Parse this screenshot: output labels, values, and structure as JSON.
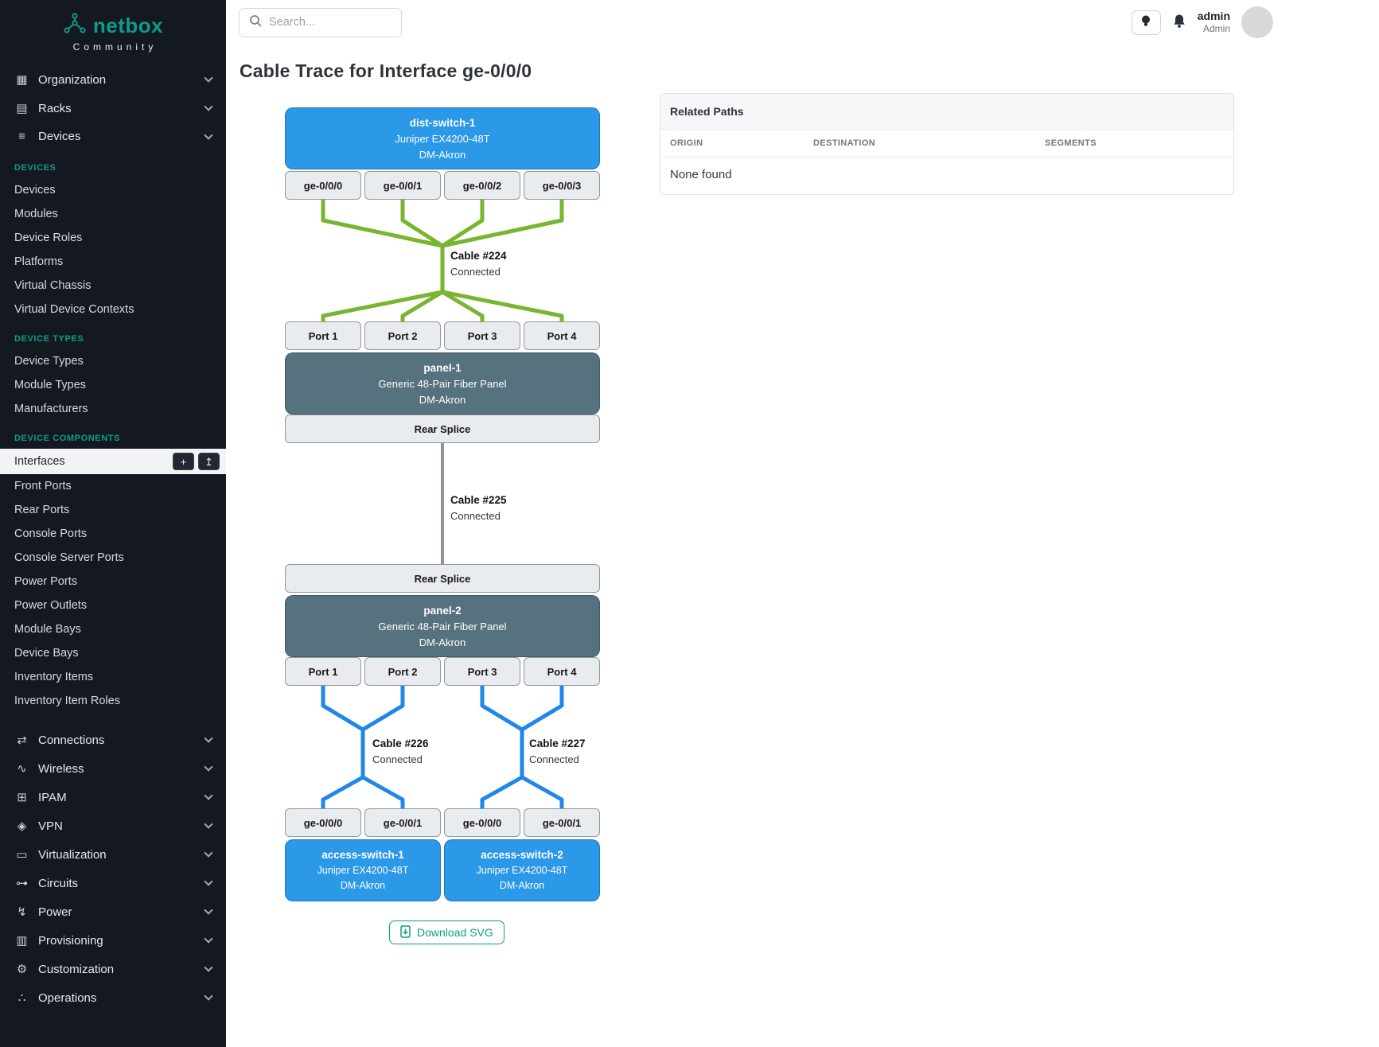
{
  "colors": {
    "accent": "#0f9b8a",
    "device_blue": "#2b98e8",
    "panel": "#56727e",
    "cable_green": "#79b530",
    "cable_blue": "#1f87e8",
    "cable_gray": "#8f9499",
    "sidebar_bg": "#141820"
  },
  "brand": {
    "name": "netbox",
    "subtitle": "Community"
  },
  "topbar": {
    "search_placeholder": "Search...",
    "user_name": "admin",
    "user_role": "Admin"
  },
  "sidebar": {
    "top_items": [
      {
        "label": "Organization",
        "icon": "▦"
      },
      {
        "label": "Racks",
        "icon": "▤"
      },
      {
        "label": "Devices",
        "icon": "≡"
      }
    ],
    "sections": [
      {
        "label": "DEVICES",
        "items": [
          "Devices",
          "Modules",
          "Device Roles",
          "Platforms",
          "Virtual Chassis",
          "Virtual Device Contexts"
        ]
      },
      {
        "label": "DEVICE TYPES",
        "items": [
          "Device Types",
          "Module Types",
          "Manufacturers"
        ]
      },
      {
        "label": "DEVICE COMPONENTS",
        "items": [
          "Interfaces",
          "Front Ports",
          "Rear Ports",
          "Console Ports",
          "Console Server Ports",
          "Power Ports",
          "Power Outlets",
          "Module Bays",
          "Device Bays",
          "Inventory Items",
          "Inventory Item Roles"
        ]
      }
    ],
    "interface_actions": {
      "add_icon": "+",
      "import_icon": "↥"
    },
    "bottom_items": [
      {
        "label": "Connections",
        "icon": "⇄"
      },
      {
        "label": "Wireless",
        "icon": "∿"
      },
      {
        "label": "IPAM",
        "icon": "⊞"
      },
      {
        "label": "VPN",
        "icon": "◈"
      },
      {
        "label": "Virtualization",
        "icon": "▭"
      },
      {
        "label": "Circuits",
        "icon": "⊶"
      },
      {
        "label": "Power",
        "icon": "↯"
      },
      {
        "label": "Provisioning",
        "icon": "▥"
      },
      {
        "label": "Customization",
        "icon": "⚙"
      },
      {
        "label": "Operations",
        "icon": "∴"
      }
    ]
  },
  "page": {
    "title": "Cable Trace for Interface ge-0/0/0"
  },
  "trace": {
    "dist_switch": {
      "name": "dist-switch-1",
      "model": "Juniper EX4200-48T",
      "site": "DM-Akron"
    },
    "dist_ports": [
      "ge-0/0/0",
      "ge-0/0/1",
      "ge-0/0/2",
      "ge-0/0/3"
    ],
    "cable224": {
      "name": "Cable #224",
      "status": "Connected"
    },
    "panel1": {
      "name": "panel-1",
      "model": "Generic 48-Pair Fiber Panel",
      "site": "DM-Akron"
    },
    "panel1_ports": [
      "Port 1",
      "Port 2",
      "Port 3",
      "Port 4"
    ],
    "rear_splice1": "Rear Splice",
    "cable225": {
      "name": "Cable #225",
      "status": "Connected"
    },
    "rear_splice2": "Rear Splice",
    "panel2": {
      "name": "panel-2",
      "model": "Generic 48-Pair Fiber Panel",
      "site": "DM-Akron"
    },
    "panel2_ports": [
      "Port 1",
      "Port 2",
      "Port 3",
      "Port 4"
    ],
    "cable226": {
      "name": "Cable #226",
      "status": "Connected"
    },
    "cable227": {
      "name": "Cable #227",
      "status": "Connected"
    },
    "access_ports": [
      "ge-0/0/0",
      "ge-0/0/1",
      "ge-0/0/0",
      "ge-0/0/1"
    ],
    "access_switch1": {
      "name": "access-switch-1",
      "model": "Juniper EX4200-48T",
      "site": "DM-Akron"
    },
    "access_switch2": {
      "name": "access-switch-2",
      "model": "Juniper EX4200-48T",
      "site": "DM-Akron"
    }
  },
  "related_paths": {
    "title": "Related Paths",
    "columns": [
      "ORIGIN",
      "DESTINATION",
      "SEGMENTS"
    ],
    "empty_text": "None found"
  },
  "actions": {
    "download_svg": "Download SVG"
  }
}
